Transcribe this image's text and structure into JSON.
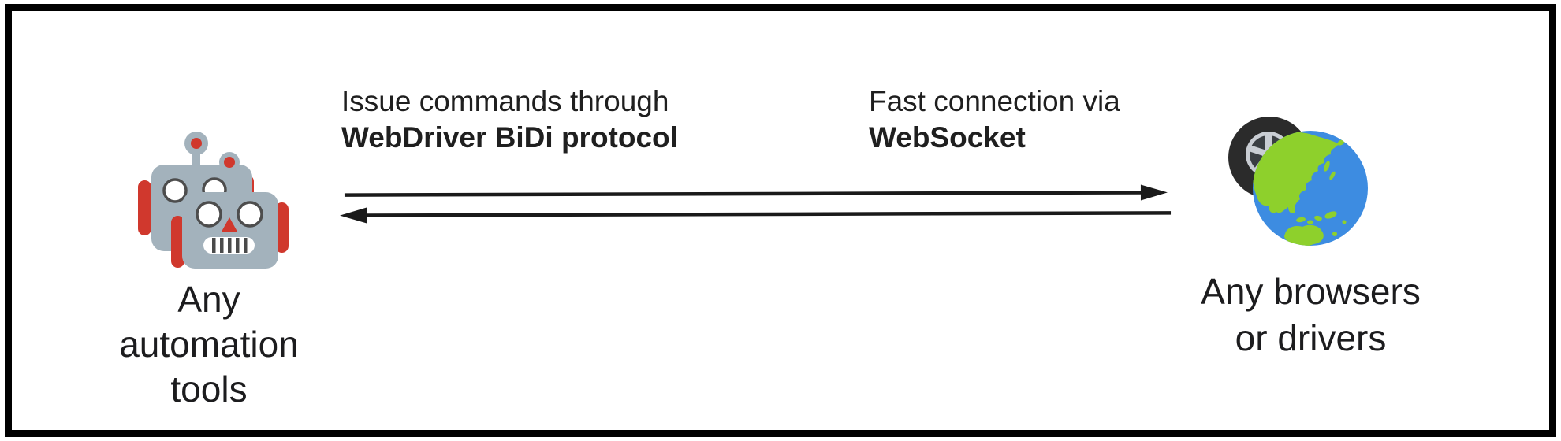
{
  "diagram": {
    "left_node": {
      "icon": "automation-robots",
      "label_lines": [
        "Any",
        "automation",
        "tools"
      ]
    },
    "right_node": {
      "icon": "browser-globe-with-driver-tire",
      "label_lines": [
        "Any browsers",
        "or drivers"
      ]
    },
    "command_annotation": {
      "line1": "Issue commands through",
      "line2": "WebDriver BiDi protocol"
    },
    "connection_annotation": {
      "line1": "Fast connection via",
      "line2": "WebSocket"
    },
    "arrows": {
      "forward_direction": "left-to-right",
      "return_direction": "right-to-left"
    },
    "colors": {
      "frame_border": "#000000",
      "background": "#ffffff",
      "text": "#1f1f1f",
      "arrow": "#1a1a1a",
      "robot_body": "#a3b2bc",
      "robot_accent": "#d0382d",
      "robot_eye_outline": "#4d4d4d",
      "robot_tooth": "#4a4a4a",
      "globe_ocean": "#3d8ce1",
      "globe_land": "#8ed02c",
      "tire_dark": "#2b2b2b",
      "tire_rim": "#c9cdd3",
      "tire_inner": "#3a3e42"
    }
  }
}
